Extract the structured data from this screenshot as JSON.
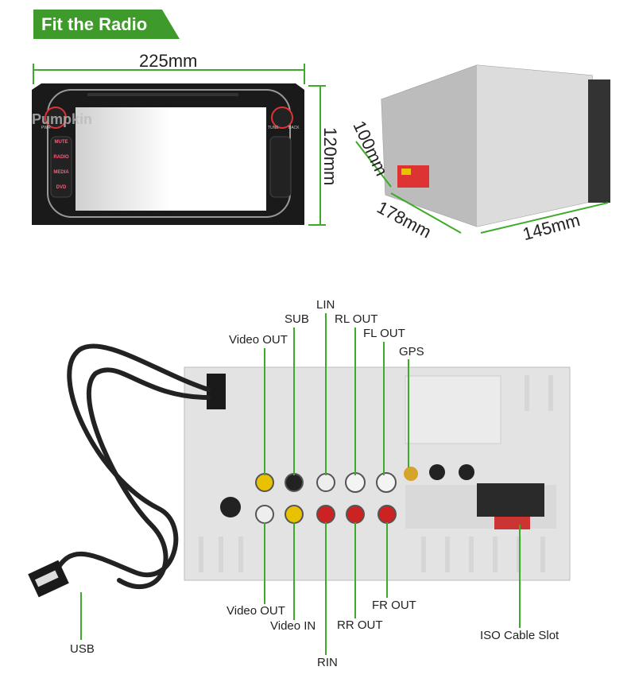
{
  "banner": {
    "title": "Fit the Radio"
  },
  "dimensions": {
    "width": "225mm",
    "height": "120mm",
    "depth_front": "100mm",
    "depth_side": "178mm",
    "length": "145mm"
  },
  "radio_front": {
    "logo": "Pumpkin",
    "buttons": [
      "MUTE",
      "RADIO",
      "MEDIA",
      "DVD"
    ],
    "knob_labels": [
      "PWR",
      "TUNE",
      "BACK"
    ]
  },
  "ports_top": [
    {
      "label": "Video OUT"
    },
    {
      "label": "SUB"
    },
    {
      "label": "LIN"
    },
    {
      "label": "RL OUT"
    },
    {
      "label": "FL OUT"
    },
    {
      "label": "GPS"
    }
  ],
  "ports_bottom": [
    {
      "label": "Video OUT"
    },
    {
      "label": "Video IN"
    },
    {
      "label": "RIN"
    },
    {
      "label": "RR OUT"
    },
    {
      "label": "FR OUT"
    },
    {
      "label": "ISO Cable Slot"
    },
    {
      "label": "USB"
    }
  ],
  "colors": {
    "accent": "#3f9a2c",
    "line": "#3daa2a"
  }
}
